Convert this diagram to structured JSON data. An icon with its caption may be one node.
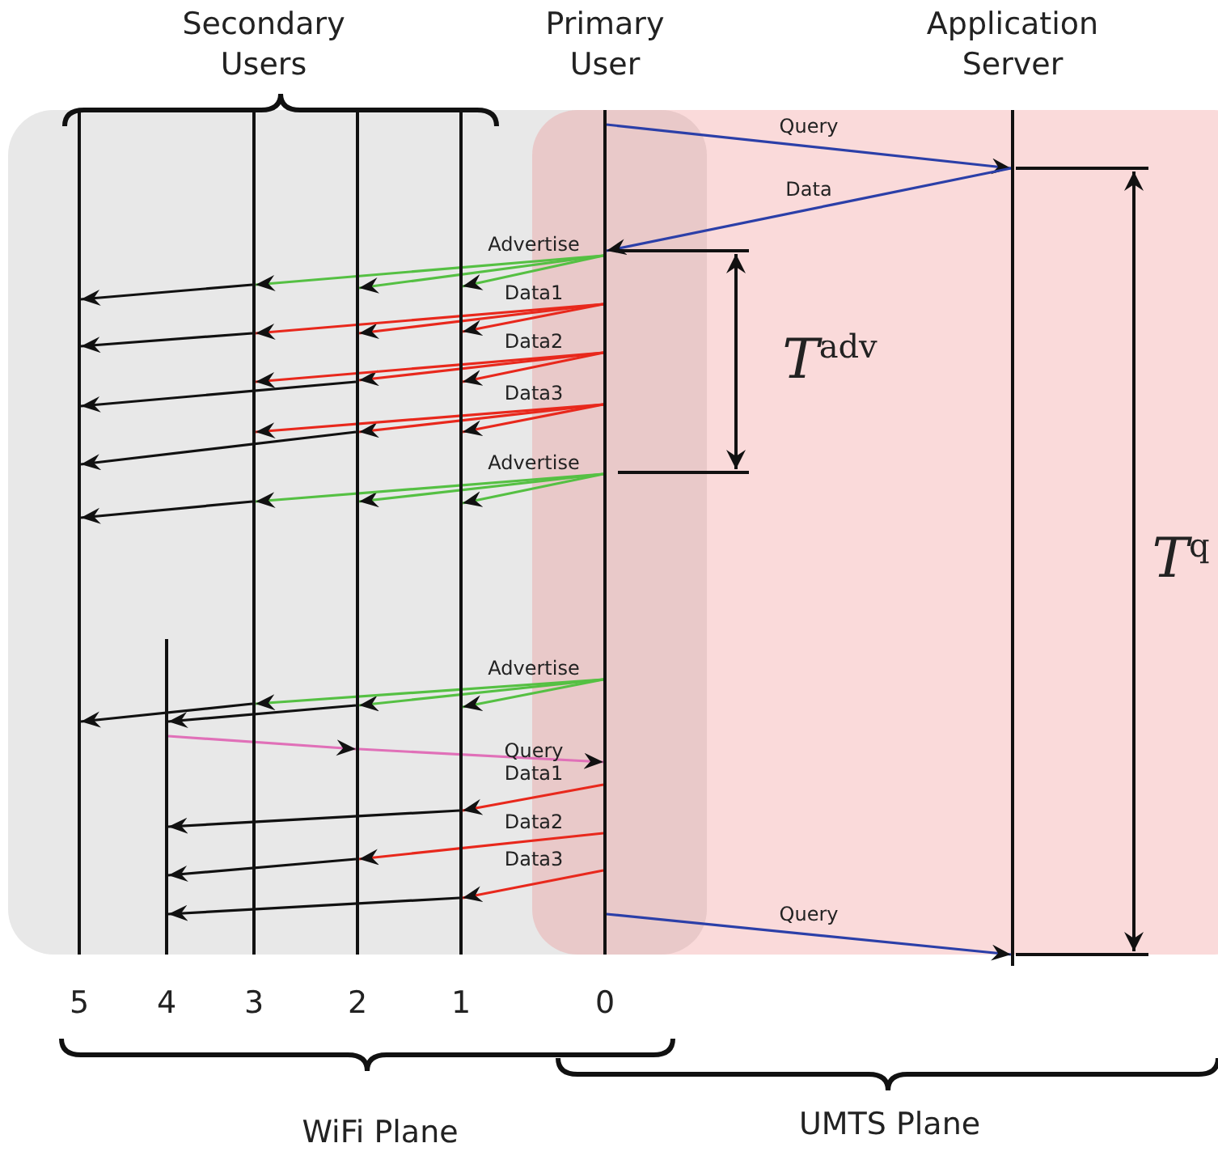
{
  "diagram": {
    "nodes": [
      {
        "text": [
          "5"
        ]
      },
      {
        "text": [
          "4"
        ]
      },
      {
        "text": [
          "3"
        ]
      },
      {
        "text": [
          "2"
        ]
      },
      {
        "text": [
          "1"
        ]
      },
      {
        "text": [
          "Primary User",
          "0"
        ]
      },
      {
        "text": [
          "Application Server"
        ]
      }
    ],
    "edges": [
      {
        "from": 5,
        "to": 6,
        "arrow": "to",
        "label": "Query",
        "color": "#2b3fa8"
      },
      {
        "from": 6,
        "to": 5,
        "arrow": "to",
        "label": "Data",
        "color": "#2b3fa8"
      },
      {
        "from": 5,
        "to": 4,
        "arrow": "to",
        "label": "Advertise",
        "color": "#55c043"
      },
      {
        "from": 5,
        "to": 3,
        "arrow": "to",
        "color": "#55c043"
      },
      {
        "from": 5,
        "to": 2,
        "arrow": "to",
        "color": "#55c043"
      },
      {
        "from": 2,
        "to": 0,
        "arrow": "to",
        "color": "#111111"
      },
      {
        "from": 5,
        "to": 4,
        "arrow": "to",
        "label": "Data1"
      },
      {
        "from": 5,
        "to": 3,
        "arrow": "to"
      },
      {
        "from": 5,
        "to": 2,
        "arrow": "to"
      },
      {
        "from": 2,
        "to": 0,
        "arrow": "to",
        "color": "#111111"
      },
      {
        "from": 5,
        "to": 4,
        "arrow": "to",
        "label": "Data2"
      },
      {
        "from": 5,
        "to": 3,
        "arrow": "to"
      },
      {
        "from": 5,
        "to": 2,
        "arrow": "to"
      },
      {
        "from": 3,
        "to": 0,
        "arrow": "to",
        "color": "#111111"
      },
      {
        "from": 5,
        "to": 4,
        "arrow": "to",
        "label": "Data3"
      },
      {
        "from": 5,
        "to": 3,
        "arrow": "to"
      },
      {
        "from": 5,
        "to": 2,
        "arrow": "to"
      },
      {
        "from": 3,
        "to": 0,
        "arrow": "to",
        "color": "#111111"
      },
      {
        "from": 5,
        "to": 4,
        "arrow": "to",
        "label": "Advertise",
        "color": "#55c043"
      },
      {
        "from": 5,
        "to": 3,
        "arrow": "to",
        "color": "#55c043"
      },
      {
        "from": 5,
        "to": 2,
        "arrow": "to",
        "color": "#55c043"
      },
      {
        "from": 2,
        "to": 0,
        "arrow": "to",
        "color": "#111111"
      },
      {
        "from": 5,
        "to": 4,
        "arrow": "to",
        "label": "Advertise",
        "color": "#55c043"
      },
      {
        "from": 5,
        "to": 3,
        "arrow": "to",
        "color": "#55c043"
      },
      {
        "from": 5,
        "to": 2,
        "arrow": "to",
        "color": "#55c043"
      },
      {
        "from": 2,
        "to": 0,
        "arrow": "to",
        "color": "#111111"
      },
      {
        "from": 3,
        "to": 1,
        "arrow": "to",
        "color": "#111111"
      },
      {
        "from": 1,
        "to": 3,
        "arrow": "to",
        "color": "#e070b8"
      },
      {
        "from": 3,
        "to": 5,
        "arrow": "to",
        "label": "Query",
        "color": "#e070b8"
      },
      {
        "from": 5,
        "to": 4,
        "arrow": "to",
        "label": "Data1"
      },
      {
        "from": 4,
        "to": 1,
        "arrow": "to",
        "color": "#111111"
      },
      {
        "from": 5,
        "to": 3,
        "arrow": "to",
        "label": "Data2"
      },
      {
        "from": 3,
        "to": 1,
        "arrow": "to",
        "color": "#111111"
      },
      {
        "from": 5,
        "to": 4,
        "arrow": "to",
        "label": "Data3"
      },
      {
        "from": 4,
        "to": 1,
        "arrow": "to",
        "color": "#111111"
      },
      {
        "from": 5,
        "to": 6,
        "arrow": "to",
        "label": "Query",
        "color": "#2b3fa8"
      }
    ],
    "labels": [
      "Secondary Users",
      "*T*$^{adv}$",
      "*T*$^{q}$",
      "WiFi Plane",
      "UMTS Plane"
    ]
  }
}
